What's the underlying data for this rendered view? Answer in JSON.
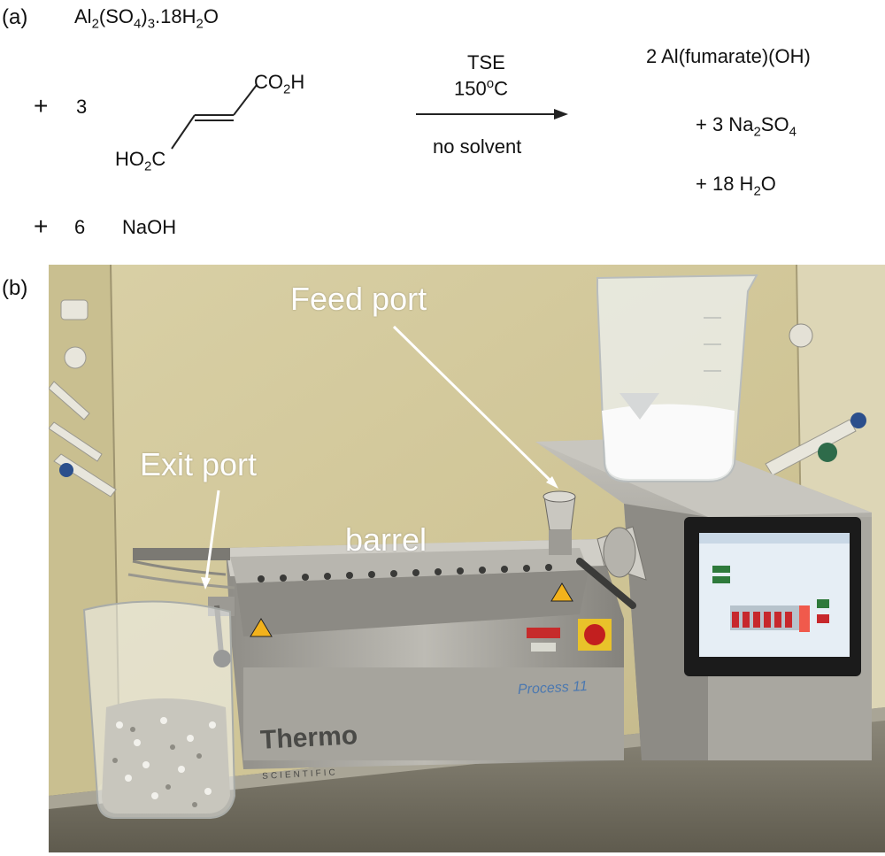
{
  "panel_a": {
    "label": "(a)",
    "reactant1": {
      "pre": "Al",
      "s1": "2",
      "mid": "(SO",
      "s2": "4",
      "mid2": ")",
      "s3": "3",
      "post": ".18H",
      "s4": "2",
      "end": "O"
    },
    "reactant2_plus": "+",
    "reactant2_coef": "3",
    "fumaric_top": {
      "pre": "CO",
      "sub": "2",
      "post": "H"
    },
    "fumaric_bottom": {
      "pre": "HO",
      "sub": "2",
      "post": "C"
    },
    "reactant3_plus": "+",
    "reactant3_coef": "6",
    "reactant3": "NaOH",
    "condition_top": "TSE",
    "condition_temp": {
      "pre": "150",
      "sup": "o",
      "post": "C"
    },
    "condition_bottom": "no solvent",
    "product1": "2 Al(fumarate)(OH)",
    "product2": {
      "pre": "+ 3 Na",
      "sub": "2",
      "post": "SO",
      "sub2": "4"
    },
    "product3": {
      "pre": "+ 18 H",
      "sub": "2",
      "post": "O"
    }
  },
  "panel_b": {
    "label": "(b)",
    "feed_port_label": "Feed port",
    "exit_port_label": "Exit port",
    "barrel_label": "barrel",
    "brand": "Thermo",
    "brand_sub": "SCIENTIFIC",
    "model": "Process 11"
  }
}
